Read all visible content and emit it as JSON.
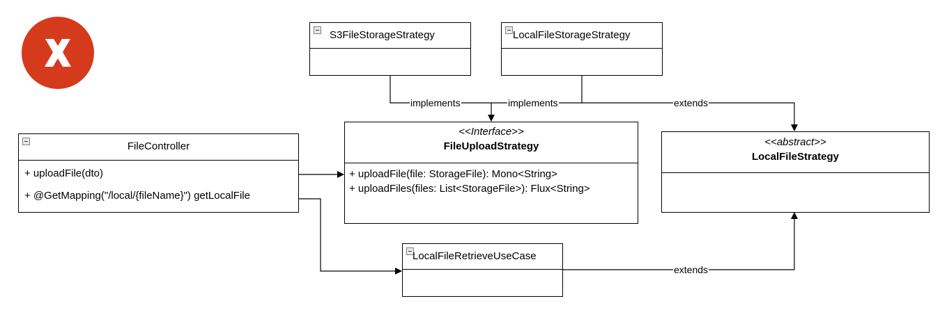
{
  "status_icon": {
    "icon": "close-icon",
    "color": "#d63a1d"
  },
  "classes": {
    "s3": {
      "name": "S3FileStorageStrategy"
    },
    "local_storage": {
      "name": "LocalFileStorageStrategy"
    },
    "controller": {
      "name": "FileController",
      "methods": [
        "+ uploadFile(dto)",
        "+ @GetMapping(\"/local/{fileName}\") getLocalFile"
      ]
    },
    "upload_strategy": {
      "stereotype": "<<Interface>>",
      "name": "FileUploadStrategy",
      "methods": [
        "+ uploadFile(file: StorageFile): Mono<String>",
        "+ uploadFiles(files: List<StorageFile>): Flux<String>"
      ]
    },
    "local_file_strategy": {
      "stereotype": "<<abstract>>",
      "name": "LocalFileStrategy"
    },
    "retrieve_use_case": {
      "name": "LocalFileRetrieveUseCase"
    }
  },
  "relations": {
    "s3_implements": "implements",
    "local_implements": "implements",
    "local_extends": "extends",
    "retrieve_extends": "extends"
  }
}
